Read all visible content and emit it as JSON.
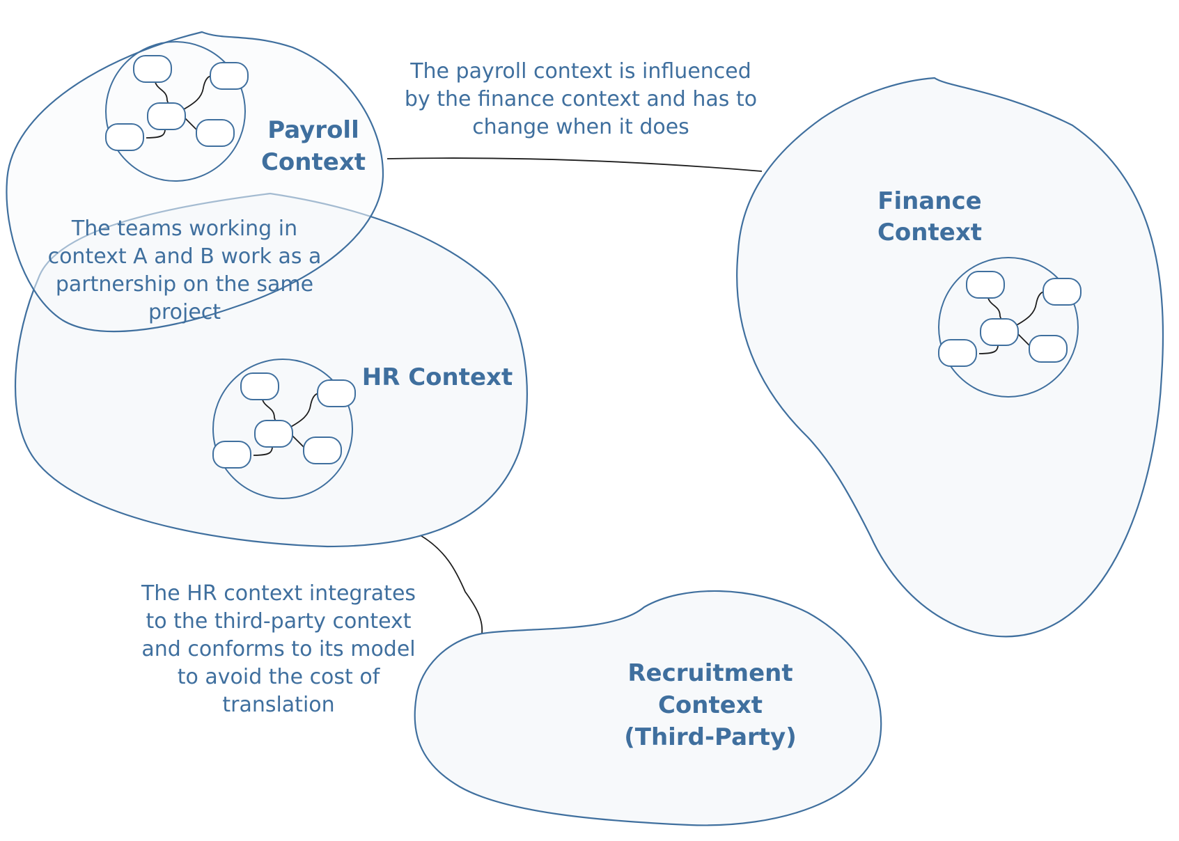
{
  "contexts": {
    "payroll": {
      "line1": "Payroll",
      "line2": "Context"
    },
    "finance": {
      "line1": "Finance",
      "line2": "Context"
    },
    "hr": {
      "line1": "HR Context"
    },
    "recruitment": {
      "line1": "Recruitment",
      "line2": "Context",
      "line3": "(Third-Party)"
    }
  },
  "notes": {
    "payroll_finance": {
      "line1": "The payroll context is influenced",
      "line2": "by the finance context and has to",
      "line3": "change when it does"
    },
    "partnership": {
      "line1": "The teams working in",
      "line2": "context A and B work as a",
      "line3": "partnership on the same",
      "line4": "project"
    },
    "conformist": {
      "line1": "The HR context integrates",
      "line2": "to the third-party context",
      "line3": "and conforms to its model",
      "line4": "to avoid the cost of",
      "line5": "translation"
    }
  },
  "colors": {
    "outline": "#3f6f9e",
    "fill": "#f7f9fb",
    "text": "#3f6f9e",
    "connector": "#1d1d1d"
  }
}
